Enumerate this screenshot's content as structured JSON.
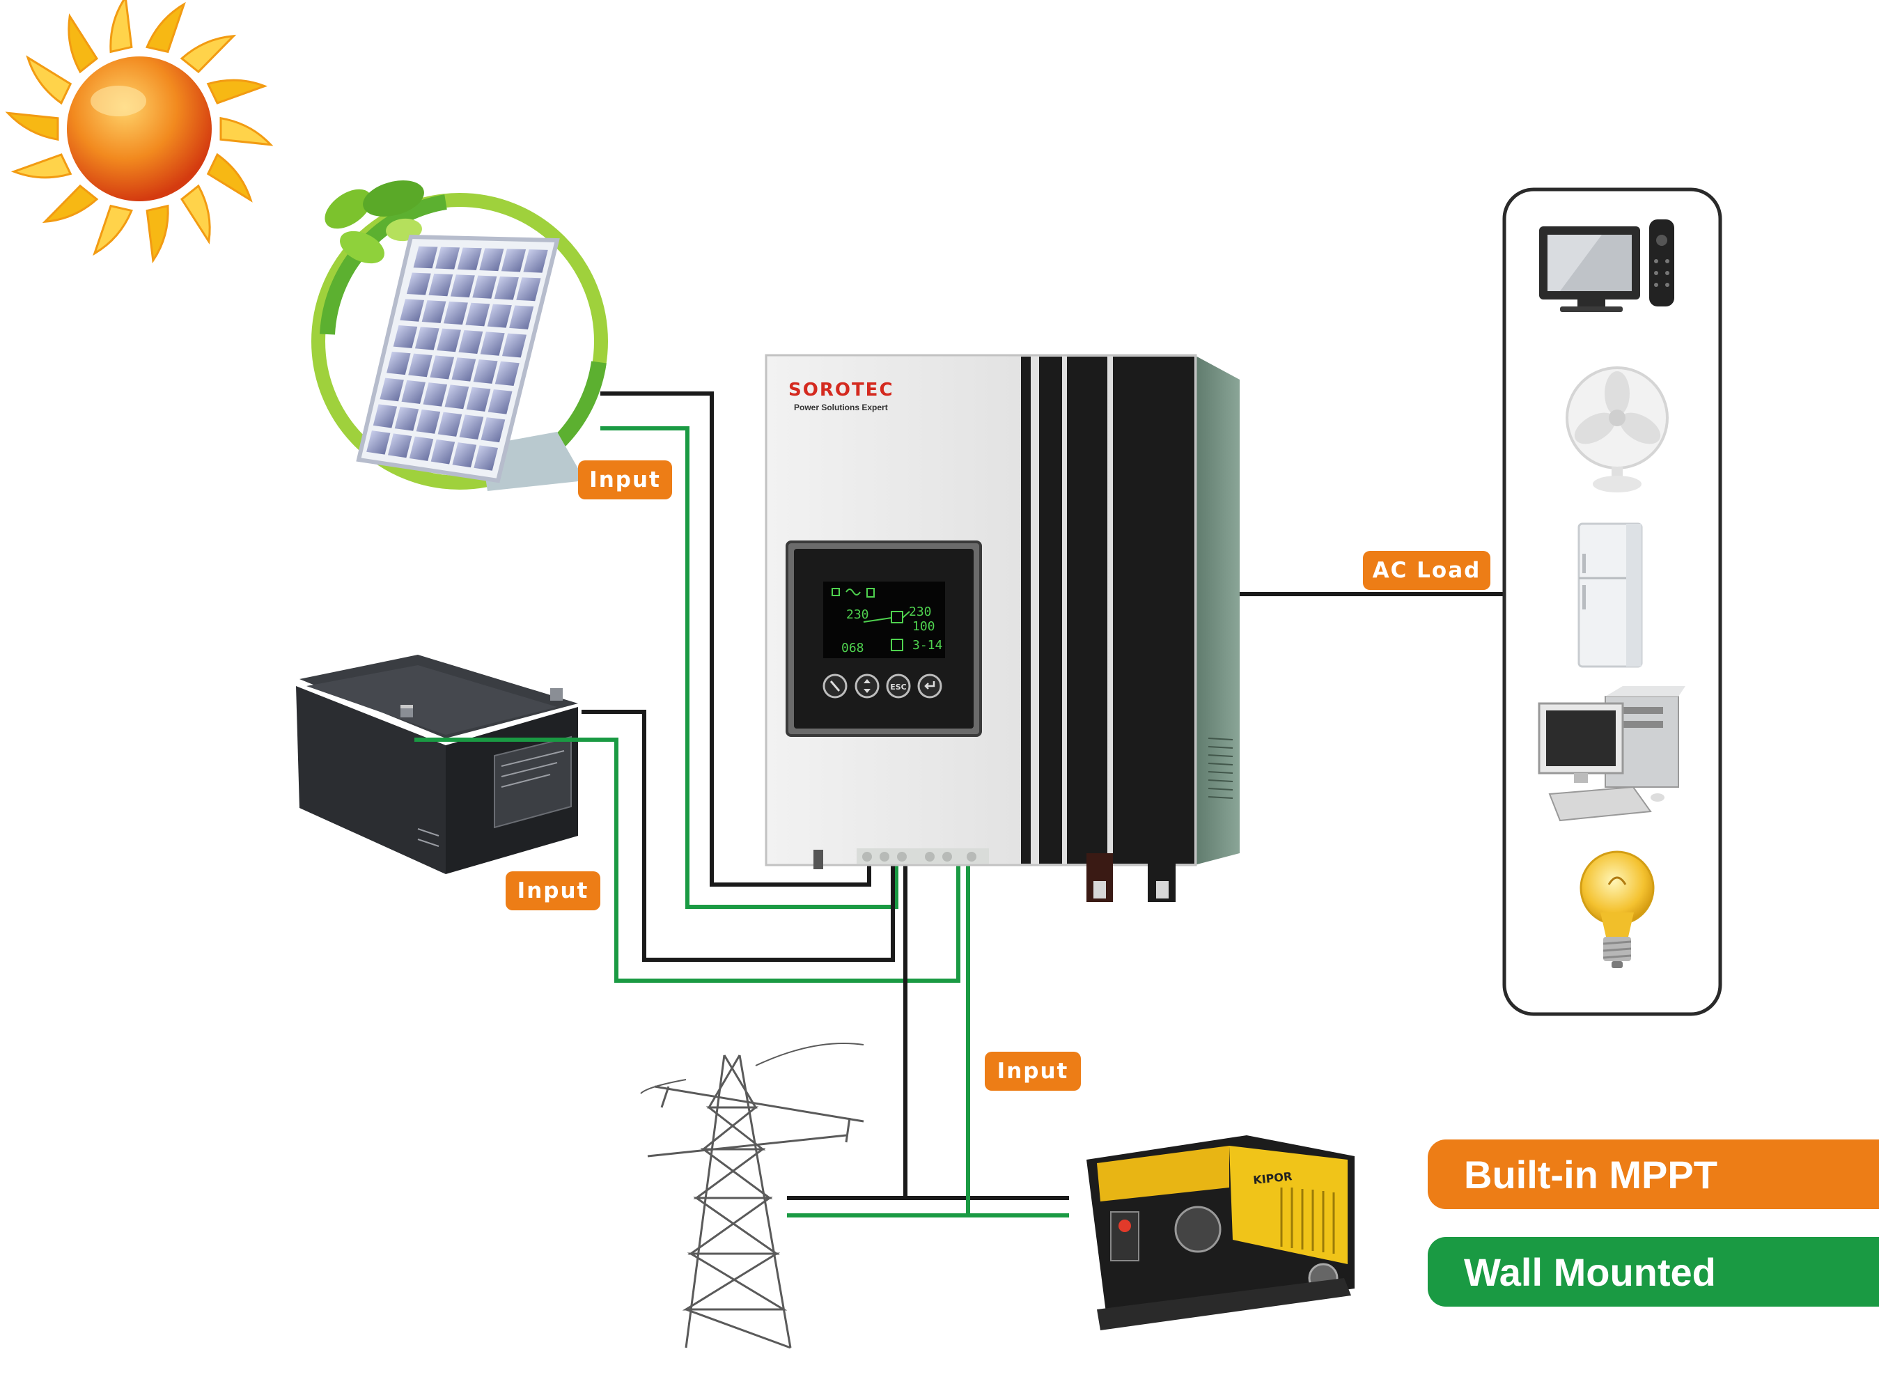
{
  "inverter": {
    "brand": "SOROTEC",
    "tagline": "Power Solutions Expert",
    "esc_label": "ESC"
  },
  "labels": {
    "solar_input": "Input",
    "battery_input": "Input",
    "grid_input": "Input",
    "ac_load": "AC Load"
  },
  "features": {
    "mppt": "Built-in MPPT",
    "wall": "Wall Mounted"
  },
  "colors": {
    "orange": "#ed7d16",
    "green": "#1a9a43",
    "wire_black": "#1a1a1a",
    "wire_green": "#1a9a43"
  },
  "icons": [
    "sun-icon",
    "solar-panel-icon",
    "battery-icon",
    "power-tower-icon",
    "generator-icon",
    "tv-icon",
    "fan-icon",
    "fridge-icon",
    "computer-icon",
    "light-bulb-icon"
  ]
}
